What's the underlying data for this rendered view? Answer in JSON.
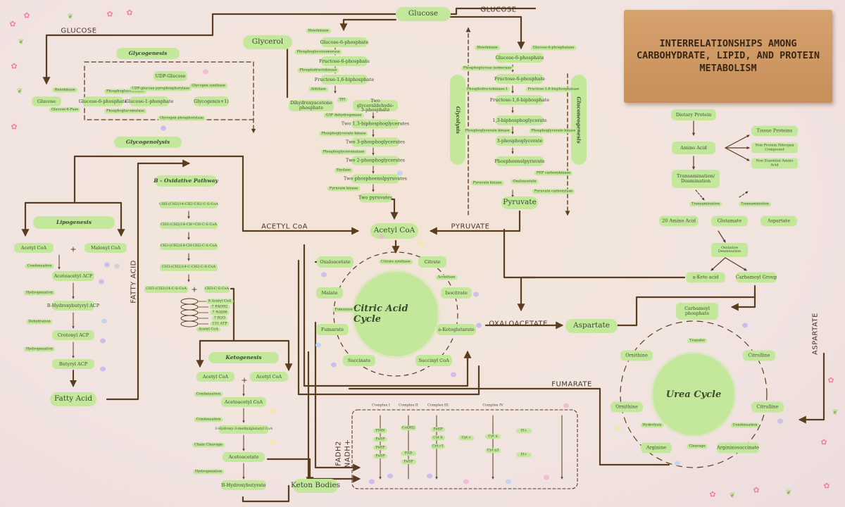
{
  "title": "INTERRELATIONSHIPS AMONG CARBOHYDRATE, LIPID, AND PROTEIN METABOLISM",
  "flow_labels": {
    "glucose_left": "GLUCOSE",
    "glucose_top": "GLUCOSE",
    "fatty_acid": "FATTY ACID",
    "acetyl_coa": "ACETYL CoA",
    "pyruvate": "PYRUVATE",
    "oxaloacetate": "OXALOACETATE",
    "fumarate": "FUMARATE",
    "aspartate": "ASPARTATE",
    "fadh2": "FADH2",
    "nadh": "NADH+"
  },
  "glycogen": {
    "glycogenesis": "Glycogenesis",
    "glycogenolysis": "Glycogenolysis",
    "glucose": "Glucose",
    "g6p": "Glucose-6-phosphate",
    "g1p": "Glucose-1-phosphate",
    "udp": "UDP-Glucose",
    "glycogen": "Glycogen(n+1)",
    "hexokinase": "Hexokinase",
    "glucose6pase": "Glucose-6-Pase",
    "phosphogluco": "Phosphoglucomutase",
    "phosphogluco2": "Phosphoglucomutase",
    "udp_pyro": "UDP-glucose pyrophosphorylase",
    "glycogen_syn": "Glycogen synthase",
    "phosphorylase": "Glycogen phosphorylase"
  },
  "central": {
    "glucose": "Glucose",
    "glycerol": "Glycerol",
    "g6p": "Glucose-6-phosphate",
    "f6p": "Fructose-6-phosphate",
    "f16bp": "Fructose-1,6-biphosphate",
    "dhap": "Dihydroxyacetone phosphate",
    "g3p": "Two glyceraldehyde-3-phosphate",
    "bpg13": "Two 1,3-biphosphoglycerates",
    "pg3": "Two 3-phosphoglycerates",
    "pg2": "Two 2-phosphoglycerates",
    "pep": "Two phosphoenolpyruvates",
    "pyruvates": "Two pyruvates",
    "hexokinase": "Hexokinase",
    "isomerase": "Phosphoglucoisomerase",
    "pfk": "Phosphofructokinase",
    "aldolase": "Aldolase",
    "tpi": "TPI",
    "g3pdh": "G3P dehydrogenase",
    "pgk": "Phosphoglycerate kinase",
    "pgm": "Phosphoglyceromutase",
    "enolase": "Enolase",
    "pk": "Pyruvate kinase"
  },
  "gluconeo": {
    "glycolysis": "Glycolysis",
    "gluconeogenesis": "Gluconeogenesis",
    "g6p": "Glucose-6-phosphate",
    "f6p": "Fructose-6-phosphate",
    "f16bp": "Fructose-1,6-biphosphate",
    "bpg13": "1,3-biphosphoglycerate",
    "pg3": "3-phosphoglycerate",
    "pep": "Phosphoenolpyruvate",
    "oaa": "Oxaloacetate",
    "pyruvate": "Pyruvate",
    "hexokinase": "Hexokinase",
    "g6pase": "Glucose-6-phosphatase",
    "pgi": "Phosphoglucose isomerase",
    "pfk1": "Phosphofructokinase-1",
    "fbpase": "Fructose-1,6-bisphosphatase",
    "pgk": "Phosphoglycerate kinase",
    "pgk2": "Phosphoglycerate kinase",
    "pk": "Pyruvate kinase",
    "pepck": "PEP carboxykinase",
    "pc": "Pyruvate carboxylase"
  },
  "beta": {
    "header": "B - Oxidative Pathway",
    "s1": "CH3-(CH2)14-CH2-CH2-C-S-CoA",
    "s2": "CH3-(CH2)14-CH=CH-C-S-CoA",
    "s3": "CH3-(CH2)14-CH-CH2-C-S-CoA",
    "s4": "CH3-(CH2)14-C-CH2-C-S-CoA",
    "s5": "CH3-(CH2)14-C-S-CoA",
    "s6": "CH3-C-S-CoA",
    "spiral": [
      "8 Acetyl CoA",
      "7 FADH2",
      "7 NADH",
      "7 H2O",
      "131 ATP"
    ],
    "spiral_note": "Acetyl CoA"
  },
  "lipogenesis": {
    "header": "Lipogenesis",
    "acetyl": "Acetyl CoA",
    "malonyl": "Malonyl CoA",
    "acetoacetyl": "Acetoacetyl ACP",
    "hydroxy": "B-Hydroxybutyryl ACP",
    "crotonyl": "Crotonyl ACP",
    "butyryl": "Butyryl ACP",
    "fatty_acid": "Fatty Acid",
    "condensation": "Condensation",
    "hydrogenation": "Hydrogenation",
    "dehydration": "Dehydration",
    "hydrogenation2": "Hydrogenation"
  },
  "ketogenesis": {
    "header": "Ketogenesis",
    "acetyl1": "Acetyl CoA",
    "acetyl2": "Acetyl CoA",
    "acetoacetyl": "Acetoacetyl CoA",
    "hmg": "3-Hydroxy-3-methylglutaryl CoA",
    "acetoacetate": "Acetoacetate",
    "bhb": "B-Hydroxybutyrate",
    "ketone": "Keton Bodies",
    "condensation": "Condensation",
    "condensation2": "Condensation",
    "chain": "Chain Cleavage",
    "hydrogenation": "Hydrogenation"
  },
  "tca": {
    "center": "Citric Acid Cycle",
    "acetyl": "Acetyl CoA",
    "oaa": "Oxaloacetate",
    "citrate": "Citrate",
    "isocitrate": "Isocitrate",
    "akg": "a-Ketoglutarate",
    "succoa": "Succinyl CoA",
    "succinate": "Succinate",
    "fumarate": "Fumarate",
    "malate": "Malate",
    "citrate_syn": "Citrate synthase",
    "aconitase": "Aconitase",
    "fumarase": "Fumarase"
  },
  "protein": {
    "dietary": "Dietary Protein",
    "amino": "Amino Acid",
    "tissue": "Tissue Proteins",
    "nonprotein": "Non Protein Nitrogen Compound",
    "nonessential": "Non Essential Amino Acid",
    "transamination": "Transamination/ Deamination",
    "trans1": "Transamination",
    "trans2": "Transamination",
    "aa20": "20 Amino Acid",
    "glutamate": "Glutamate",
    "aspartate_n": "Aspartate",
    "oxidative": "Oxidative Deamination",
    "keto": "a-Keto acid",
    "carbamoyl_g": "Carbamoyl Group"
  },
  "urea": {
    "center": "Urea Cycle",
    "carbamoyl": "Carbamoyl phosphate",
    "aspartate": "Aspartate",
    "ornithine1": "Ornithine",
    "citrulline1": "Citrulline",
    "ornithine2": "Ornithine",
    "citrulline2": "Citrulline",
    "arginine": "Arginine",
    "argsucc": "Argininosuccinate",
    "hydrolysis": "Hydrolysis",
    "cleavage": "Cleavage",
    "condensation": "Condensation",
    "transfer": "Transfer"
  },
  "etc": {
    "c1": "Complex I",
    "c2": "Complex II",
    "c3": "Complex III",
    "c4": "Complex IV",
    "fmn": "FMN",
    "fes1": "FeSP",
    "fes2": "FeSP",
    "fes3": "FeSP",
    "fad": "FAD",
    "fes4": "FeSP",
    "coq": "CoQH2",
    "cytb": "Cyt b",
    "fes5": "FeSP",
    "cytc1": "Cyt c1",
    "cytc": "Cyt c",
    "cyta": "Cyt a",
    "cyta3": "Cyt a3",
    "h1": "H+",
    "h2": "H+"
  },
  "colors": {
    "node": "#c3e89c",
    "wire": "#5a3c1e",
    "title_board": "#cf9863",
    "flower": "#f07fa6"
  }
}
